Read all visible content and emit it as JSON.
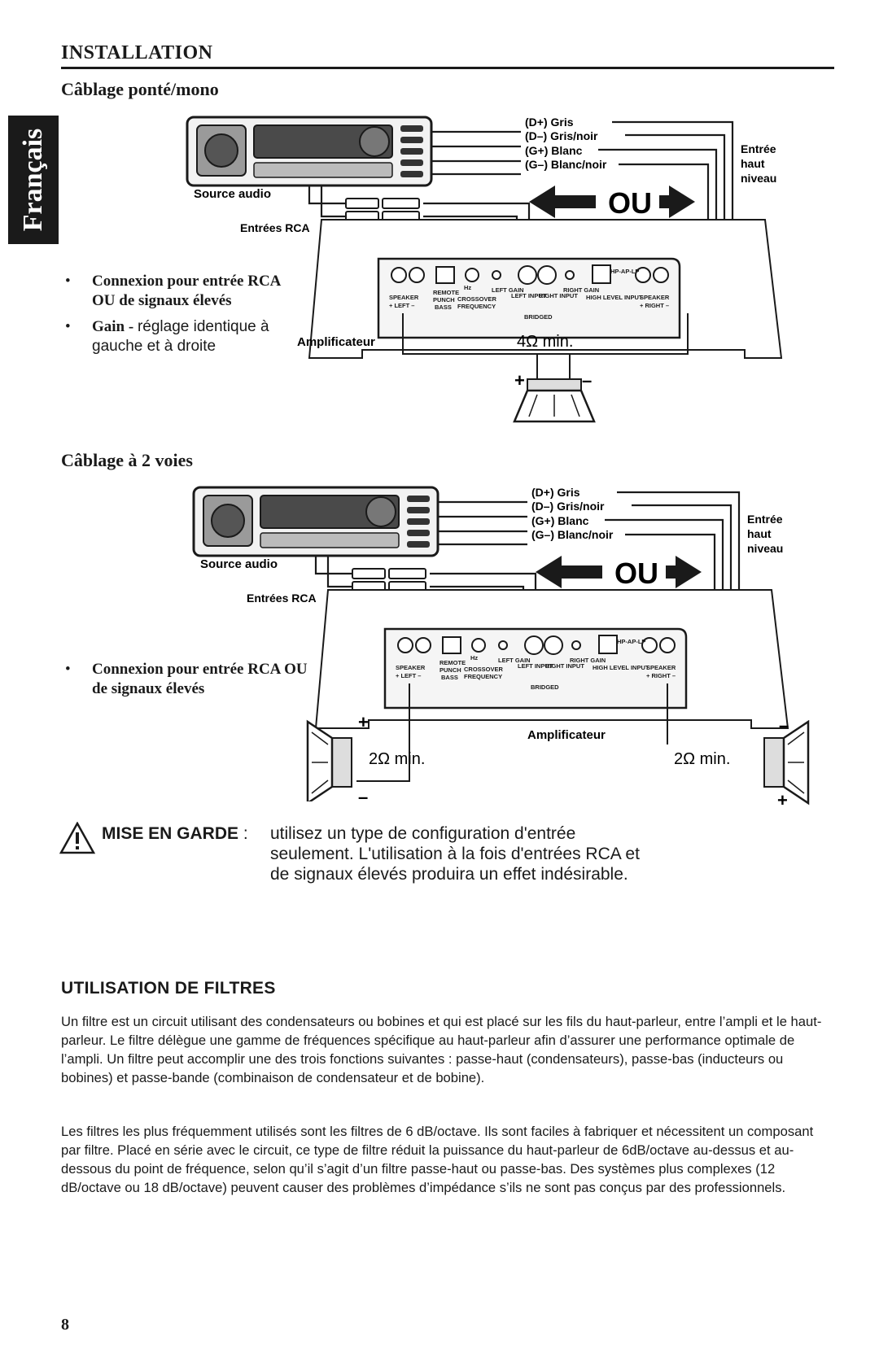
{
  "header": {
    "section_title": "INSTALLATION",
    "side_tab": "Français"
  },
  "bridged": {
    "title": "Câblage ponté/mono",
    "wires": [
      "(D+) Gris",
      "(D–) Gris/noir",
      "(G+) Blanc",
      "(G–) Blanc/noir"
    ],
    "high_level_label": [
      "Entrée",
      "haut",
      "niveau"
    ],
    "source_label": "Source audio",
    "rca_label": "Entrées RCA",
    "ou_label": "OU",
    "amp_label": "Amplificateur",
    "impedance": "4Ω min.",
    "speaker_plus": "+",
    "speaker_minus": "–",
    "bullets": [
      {
        "strong": "Connexion pour entrée RCA OU de signaux élevés",
        "plain": ""
      },
      {
        "strong": "Gain - ",
        "plain": "réglage identique à gauche et à droite"
      }
    ]
  },
  "twoway": {
    "title": "Câblage à 2 voies",
    "wires": [
      "(D+) Gris",
      "(D–) Gris/noir",
      "(G+) Blanc",
      "(G–) Blanc/noir"
    ],
    "high_level_label": [
      "Entrée",
      "haut",
      "niveau"
    ],
    "source_label": "Source audio",
    "rca_label": "Entrées RCA",
    "ou_label": "OU",
    "amp_label": "Amplificateur",
    "impedance_left": "2Ω min.",
    "impedance_right": "2Ω min.",
    "bullets": [
      {
        "strong": "Connexion pour entrée RCA OU de signaux élevés",
        "plain": ""
      }
    ]
  },
  "amp_panel": {
    "speaker": "SPEAKER",
    "left": "+ LEFT –",
    "right": "+ RIGHT –",
    "remote": "REMOTE",
    "punch": "PUNCH",
    "bass": "BASS",
    "crossover": "CROSSOVER",
    "frequency": "FREQUENCY",
    "left_gain": "LEFT GAIN",
    "left_input": "LEFT INPUT",
    "right_input": "RIGHT INPUT",
    "right_gain": "RIGHT GAIN",
    "high_level_input": "HIGH LEVEL INPUT",
    "hp_ap_lp": "HP-AP-LP",
    "bridged": "BRIDGED",
    "hz": "Hz"
  },
  "caution": {
    "label": "MISE EN GARDE",
    "sep": " : ",
    "text": "utilisez un type de configuration d'entrée seulement. L'utilisation à la fois d'entrées RCA et de signaux élevés produira un effet indésirable."
  },
  "filters": {
    "title": "UTILISATION DE FILTRES",
    "p1": "Un filtre est un circuit utilisant des condensateurs ou bobines et qui est placé sur les fils du haut-parleur, entre l’ampli et le haut-parleur. Le filtre délègue une gamme de fréquences spécifique au haut-parleur afin d’assurer une performance optimale de l’ampli. Un filtre peut accomplir une des trois fonctions suivantes : passe-haut (condensateurs), passe-bas (inducteurs ou bobines) et passe-bande (combinaison de condensateur et de bobine).",
    "p2": "Les filtres les plus fréquemment utilisés sont les filtres de 6 dB/octave. Ils sont faciles à fabriquer et nécessitent un composant par filtre. Placé en série avec le circuit, ce type de filtre réduit la puissance du haut-parleur de 6dB/octave au-dessus et au-dessous du point de fréquence, selon qu’il s’agit d’un filtre passe-haut ou passe-bas. Des systèmes plus complexes (12 dB/octave ou 18 dB/octave) peuvent causer des problèmes d’impédance s’ils ne sont pas conçus par des professionnels."
  },
  "footer": {
    "page_number": "8"
  }
}
